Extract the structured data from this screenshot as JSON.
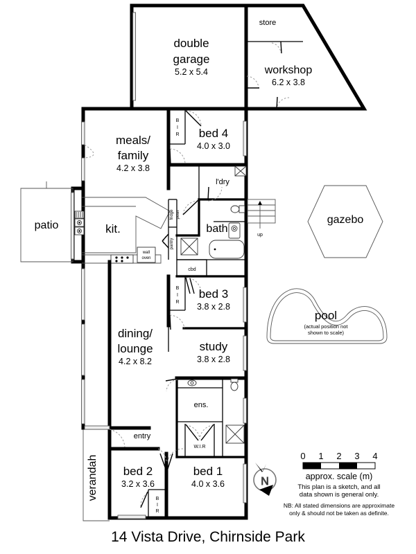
{
  "title": "14 Vista Drive, Chirnside Park",
  "rooms": {
    "double_garage": {
      "name_line1": "double",
      "name_line2": "garage",
      "dimensions": "5.2 x 5.4"
    },
    "store": {
      "name": "store"
    },
    "workshop": {
      "name": "workshop",
      "dimensions": "6.2 x 3.8"
    },
    "meals_family": {
      "name_line1": "meals/",
      "name_line2": "family",
      "dimensions": "4.2 x 3.8"
    },
    "bed4": {
      "name": "bed 4",
      "dimensions": "4.0 x 3.0"
    },
    "laundry": {
      "name": "l'dry"
    },
    "patio": {
      "name": "patio"
    },
    "kitchen": {
      "name": "kit."
    },
    "bath": {
      "name": "bath"
    },
    "bed3": {
      "name": "bed 3",
      "dimensions": "3.8 x 2.8"
    },
    "dining_lounge": {
      "name_line1": "dining/",
      "name_line2": "lounge",
      "dimensions": "4.2 x 8.2"
    },
    "study": {
      "name": "study",
      "dimensions": "3.8 x 2.8"
    },
    "ensuite": {
      "name": "ens."
    },
    "wir": {
      "name": "W.I.R"
    },
    "entry": {
      "name": "entry"
    },
    "verandah": {
      "name": "verandah"
    },
    "bed2": {
      "name": "bed 2",
      "dimensions": "3.2 x 3.6"
    },
    "bed1": {
      "name": "bed 1",
      "dimensions": "4.0 x 3.6"
    },
    "gazebo": {
      "name": "gazebo"
    },
    "pool": {
      "name": "pool",
      "note_line1": "(actual position not",
      "note_line2": "shown to scale)"
    }
  },
  "labels": {
    "bir_bed4": "B I R",
    "bir_bed3": "B I R",
    "bir_bed2": "B I R",
    "fridge": "fridge",
    "posn": "posn",
    "pantry": "pantry",
    "cbd": "cbd",
    "wall_oven_line1": "wall",
    "wall_oven_line2": "oven",
    "stairs_up": "up"
  },
  "compass": {
    "letter": "N"
  },
  "scale": {
    "ticks": [
      "0",
      "1",
      "2",
      "3",
      "4"
    ],
    "caption": "approx. scale (m)",
    "disclaimer_line1": "This plan is a sketch, and all",
    "disclaimer_line2": "data shown is general only.",
    "nb_line1": "NB: All stated dimensions are approximate",
    "nb_line2": "only & should not be taken as definite."
  },
  "colors": {
    "wall": "#000000",
    "background": "#ffffff",
    "window_fill": "#efefef",
    "thin_line": "#555555"
  }
}
